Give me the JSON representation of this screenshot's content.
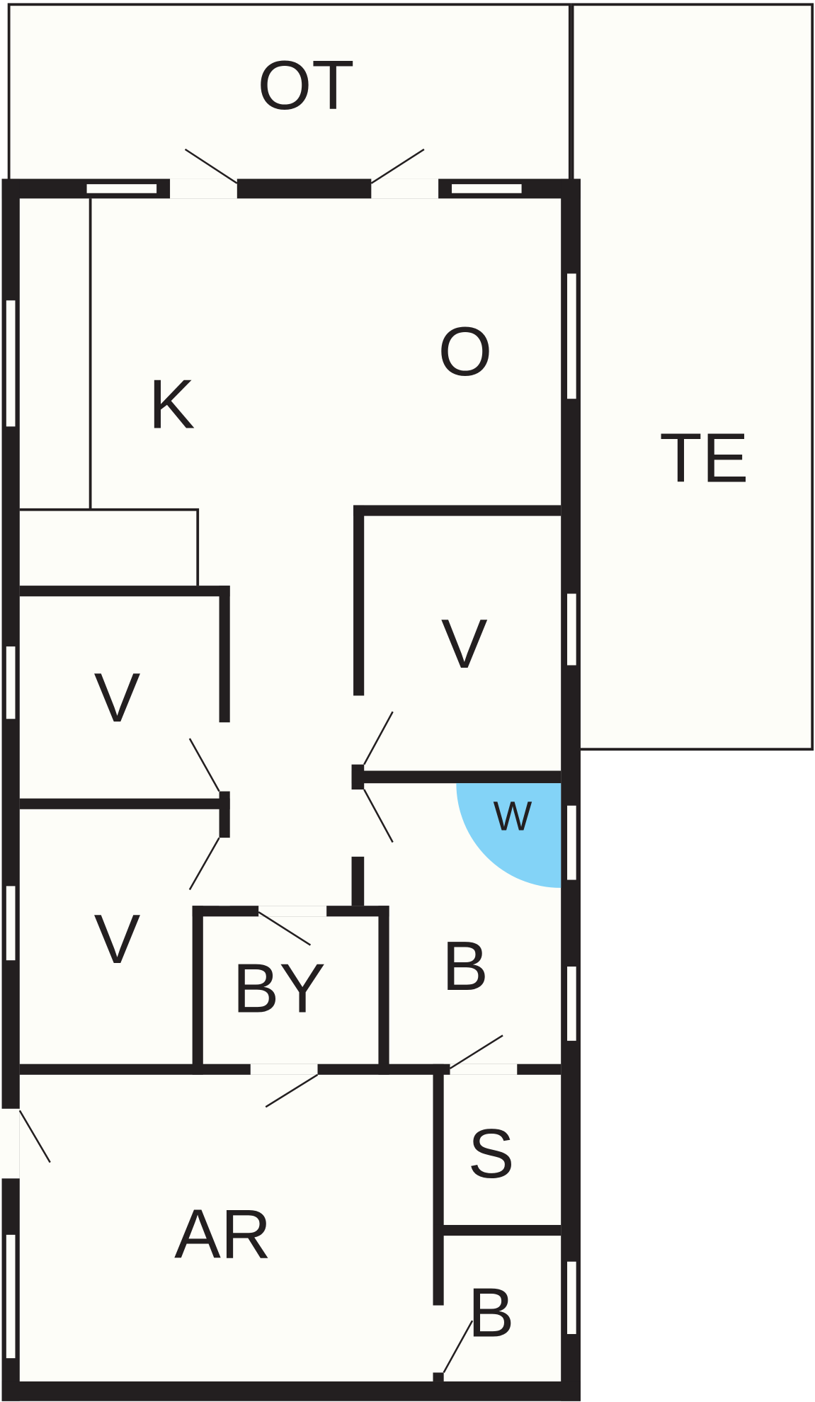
{
  "title": "Floor plan",
  "colors": {
    "wall": "#231f20",
    "floor": "#fdfdf8",
    "wardrobe": "#83d3f7"
  },
  "rooms": {
    "ot": "OT",
    "o": "O",
    "k": "K",
    "te": "TE",
    "v_right": "V",
    "v_left_upper": "V",
    "w": "W",
    "v_left_lower": "V",
    "by": "BY",
    "b_upper": "B",
    "s": "S",
    "ar": "AR",
    "b_lower": "B"
  }
}
